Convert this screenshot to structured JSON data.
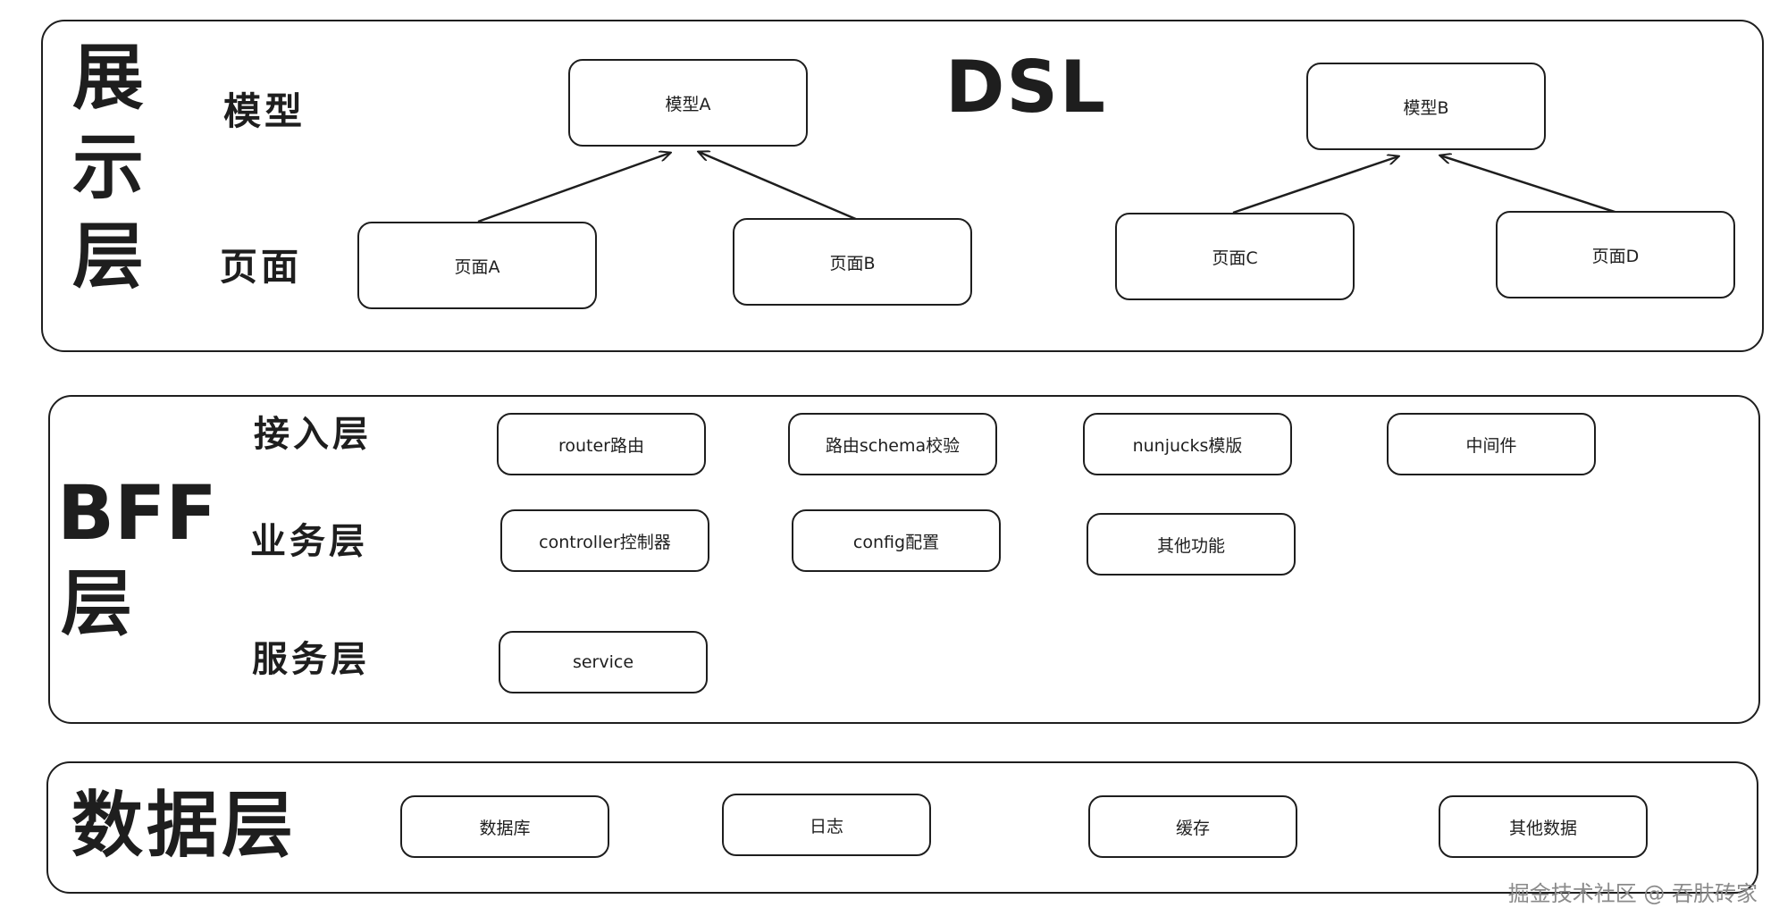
{
  "presentation": {
    "title": "展示层",
    "dsl_label": "DSL",
    "row_model": "模型",
    "row_page": "页面",
    "models": [
      "模型A",
      "模型B"
    ],
    "pages": [
      "页面A",
      "页面B",
      "页面C",
      "页面D"
    ]
  },
  "bff": {
    "title_line1": "BFF",
    "title_line2": "层",
    "rows": {
      "access": "接入层",
      "business": "业务层",
      "service": "服务层"
    },
    "access_items": [
      "router路由",
      "路由schema校验",
      "nunjucks模版",
      "中间件"
    ],
    "business_items": [
      "controller控制器",
      "config配置",
      "其他功能"
    ],
    "service_items": [
      "service"
    ]
  },
  "data": {
    "title": "数据层",
    "items": [
      "数据库",
      "日志",
      "缓存",
      "其他数据"
    ]
  },
  "watermark": "掘金技术社区 @ 吞肤砖家",
  "colors": {
    "stroke": "#1e1e1e",
    "background": "#ffffff"
  }
}
